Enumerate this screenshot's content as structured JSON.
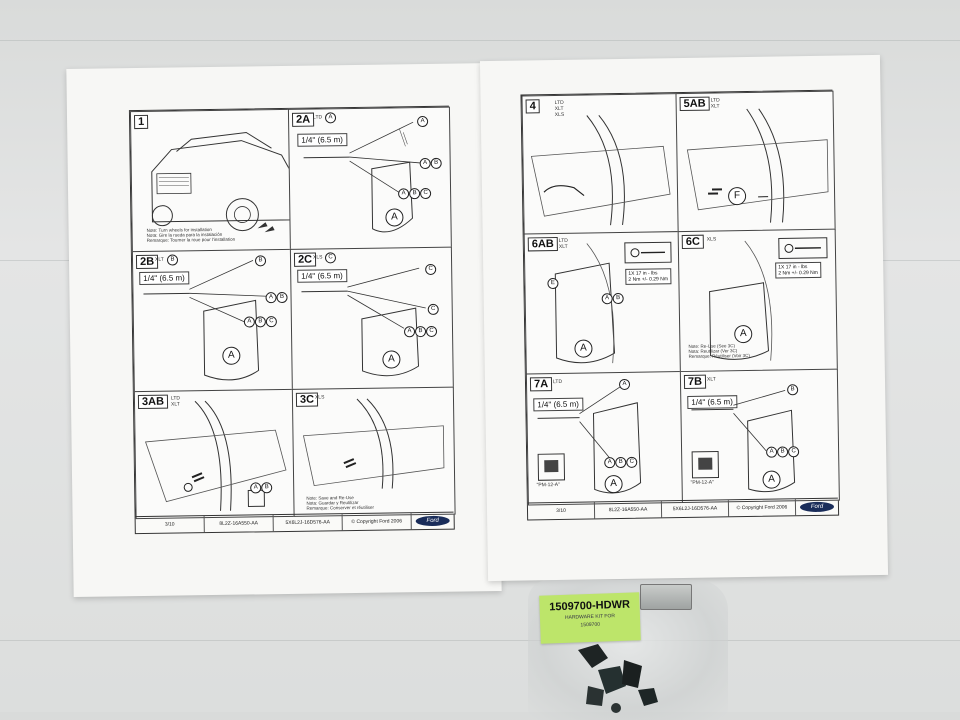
{
  "scene": {
    "colors": {
      "paper": "#f7f7f5",
      "ink": "#222222",
      "floor": "#dcdedd",
      "label_green": "#bde56a",
      "ford_blue": "#1a2d5a"
    }
  },
  "left_page": {
    "panels": [
      {
        "step": "1",
        "trim": "",
        "notes": [
          "Note: Turn wheels for installation",
          "Nota: Gire la rueda para la instalación",
          "Remarque: Tourner la roue pour l'installation"
        ]
      },
      {
        "step": "2A",
        "trim": "LTD",
        "trim_callout": "A",
        "measure": "1/4\" (6.5 m)",
        "callouts": [
          "A",
          "A",
          "B",
          "A",
          "B",
          "C"
        ],
        "flap": "A"
      },
      {
        "step": "2B",
        "trim": "XLT",
        "trim_callout": "B",
        "measure": "1/4\" (6.5 m)",
        "callouts": [
          "B",
          "A",
          "B",
          "A",
          "B",
          "C"
        ],
        "flap": "A"
      },
      {
        "step": "2C",
        "trim": "XLS",
        "trim_callout": "C",
        "measure": "1/4\" (6.5 m)",
        "callouts": [
          "C",
          "C",
          "A",
          "B",
          "C"
        ],
        "flap": "A"
      },
      {
        "step": "3AB",
        "trim": "LTD XLT",
        "callouts": [
          "A",
          "B"
        ]
      },
      {
        "step": "3C",
        "trim": "XLS",
        "notes": [
          "Note: Save and Re-Use",
          "Nota: Guardar y Reutilizar",
          "Remarque: Conserver et réutiliser"
        ]
      }
    ],
    "footer": [
      "3/10",
      "8L2Z-16A550-AA",
      "5X6L2J-16D576-AA",
      "© Copyright Ford 2006"
    ],
    "logo": "Ford"
  },
  "right_page": {
    "panels": [
      {
        "step": "4",
        "trim": "LTD XLT XLS"
      },
      {
        "step": "5AB",
        "trim": "LTD XLT",
        "callouts": [
          "F"
        ]
      },
      {
        "step": "6AB",
        "trim": "LTD XLT",
        "torque": [
          "1X 17 in - lbs",
          "2 Nm +/- 0.29 Nm"
        ],
        "callouts": [
          "E",
          "A",
          "B"
        ],
        "flap": "A"
      },
      {
        "step": "6C",
        "trim": "XLS",
        "torque": [
          "1X 17 in - lbs",
          "2 Nm +/- 0.29 Nm"
        ],
        "notes": [
          "Note: Re-Use (See 3C)",
          "Nota: Reutilizar (Ver 3C)",
          "Remarque: Réutiliser (Voir 3C)"
        ],
        "flap": "A"
      },
      {
        "step": "7A",
        "trim": "LTD",
        "measure": "1/4\" (6.5 m)",
        "tool": "\"PM-12-A\"",
        "callouts": [
          "A",
          "A",
          "B",
          "C"
        ],
        "flap": "A"
      },
      {
        "step": "7B",
        "trim": "XLT",
        "measure": "1/4\" (6.5 m)",
        "tool": "\"PM-12-A\"",
        "callouts": [
          "B",
          "A",
          "B",
          "C"
        ],
        "flap": "A"
      }
    ],
    "footer": [
      "3/10",
      "8L2Z-16A550-AA",
      "5X6L2J-16D576-AA",
      "© Copyright Ford 2006"
    ],
    "logo": "Ford"
  },
  "hardware_bag": {
    "part_number": "1509700-HDWR",
    "description": "HARDWARE KIT FOR",
    "description_2": "1509700"
  }
}
